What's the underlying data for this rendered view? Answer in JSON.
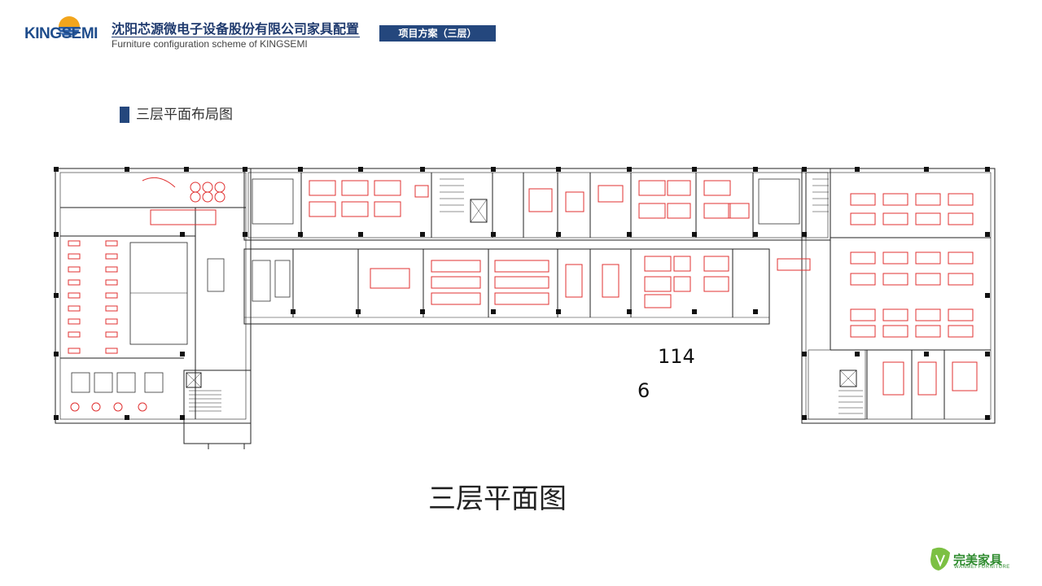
{
  "header": {
    "logo_text": "KINGSEMI",
    "title": "沈阳芯源微电子设备股份有限公司家具配置",
    "subtitle": "Furniture configuration scheme of KINGSEMI",
    "tag": "项目方案（三层）"
  },
  "section": {
    "title": "三层平面布局图"
  },
  "plan": {
    "annotations": [
      "114",
      "6"
    ],
    "caption": "三层平面图"
  },
  "footer": {
    "brand": "完美家具",
    "brand_en": "WANMEI FURNITURE"
  },
  "colors": {
    "navy": "#24477d",
    "furniture": "#e03030",
    "walls": "#222222",
    "brand_green": "#2e8b2e"
  }
}
